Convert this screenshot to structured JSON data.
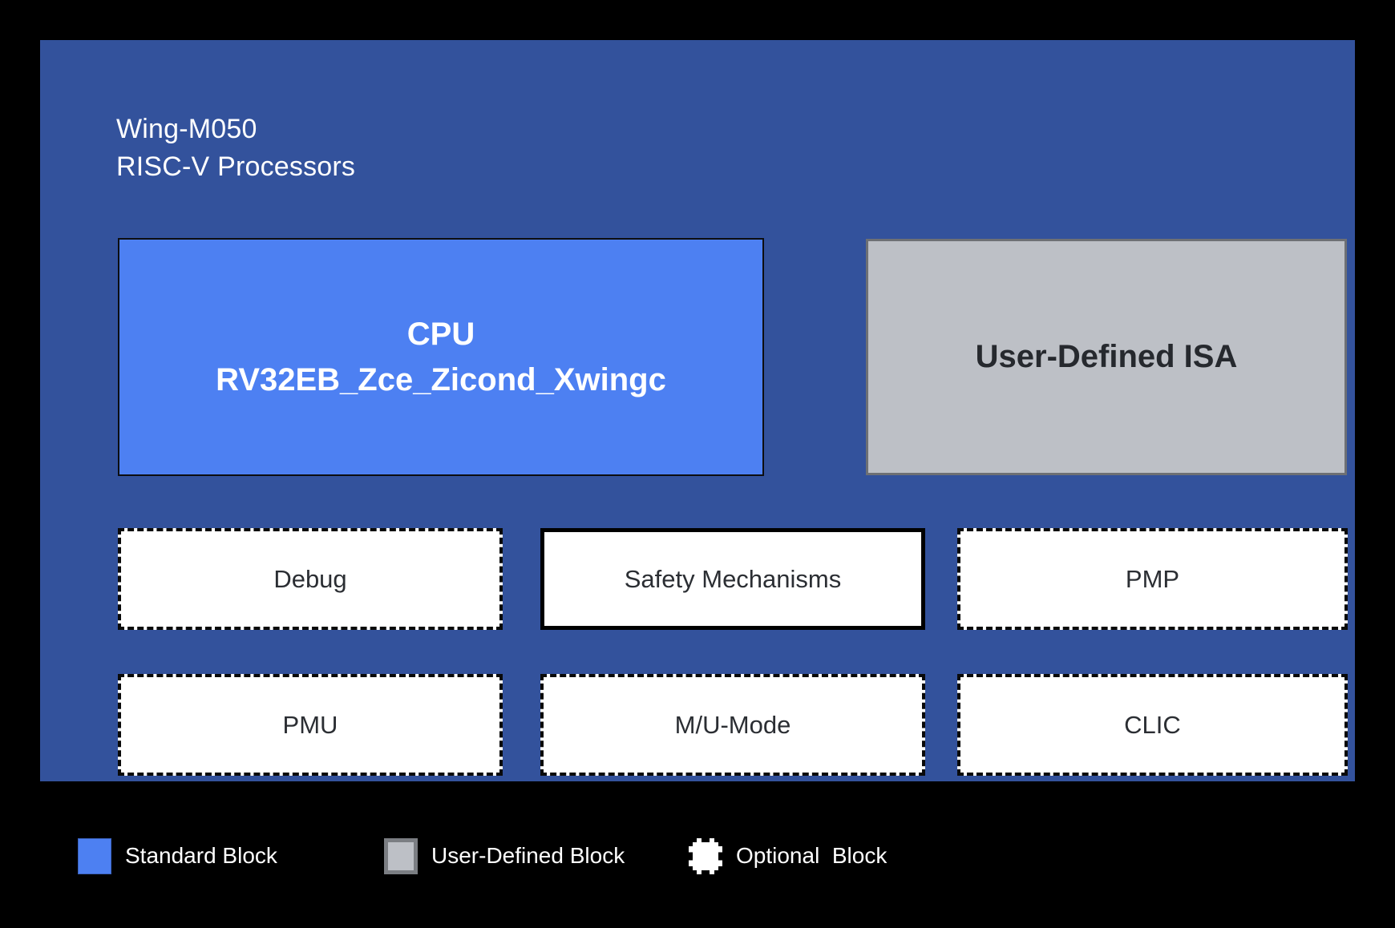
{
  "panel": {
    "title_line1": "Wing-M050",
    "title_line2": "RISC-V Processors",
    "background_color": "#33529C"
  },
  "blocks": {
    "cpu": {
      "line1": "CPU",
      "line2": "RV32EB_Zce_Zicond_Xwingc",
      "type": "standard",
      "color": "#4D80F2"
    },
    "user_isa": {
      "label": "User-Defined ISA",
      "type": "user-defined",
      "color": "#BDC0C6"
    },
    "debug": {
      "label": "Debug",
      "type": "optional"
    },
    "safety": {
      "label": "Safety Mechanisms",
      "type": "standard-outline"
    },
    "pmp": {
      "label": "PMP",
      "type": "optional"
    },
    "pmu": {
      "label": "PMU",
      "type": "optional"
    },
    "mu_mode": {
      "label": "M/U-Mode",
      "type": "optional"
    },
    "clic": {
      "label": "CLIC",
      "type": "optional"
    }
  },
  "legend": {
    "items": [
      {
        "label": "Standard Block",
        "swatch": "standard",
        "color": "#4D80F2"
      },
      {
        "label": "User-Defined Block",
        "swatch": "user-defined",
        "color": "#BDC0C6"
      },
      {
        "label": "Optional  Block",
        "swatch": "optional",
        "color": "#FFFFFF"
      }
    ]
  }
}
